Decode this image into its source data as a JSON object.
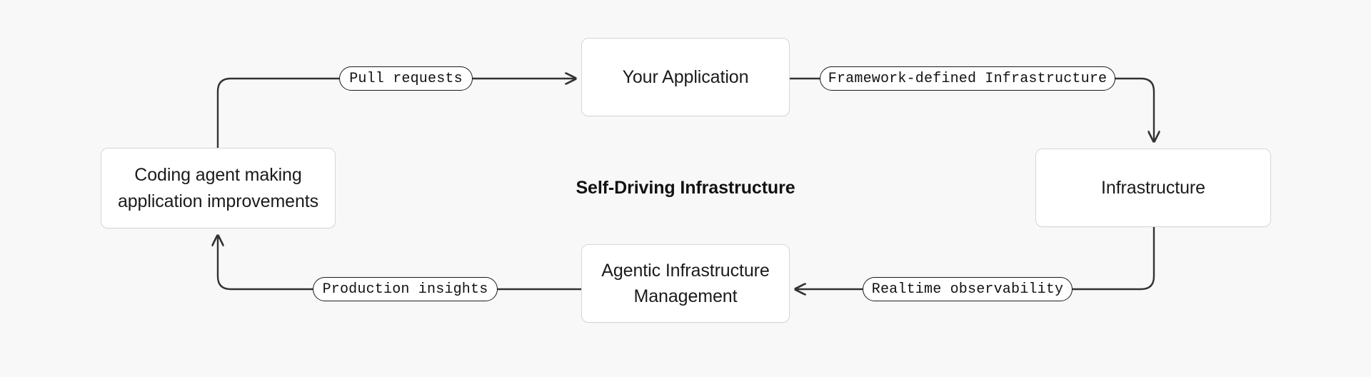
{
  "diagram": {
    "title": "Self-Driving Infrastructure",
    "background_color": "#f8f8f8",
    "node_fill_color": "#ffffff",
    "node_border_color": "#d6d6d6",
    "edge_color": "#333333",
    "label_border_color": "#1b1b1b",
    "type": "cycle-flowchart"
  },
  "nodes": [
    {
      "id": "coding-agent",
      "label": "Coding agent making\napplication improvements"
    },
    {
      "id": "your-application",
      "label": "Your Application"
    },
    {
      "id": "infrastructure",
      "label": "Infrastructure"
    },
    {
      "id": "agentic-infrastructure-management",
      "label": "Agentic Infrastructure\nManagement"
    }
  ],
  "edge_labels": [
    {
      "id": "pull-requests",
      "label": "Pull requests",
      "from": "coding-agent",
      "to": "your-application"
    },
    {
      "id": "framework-defined-infrastructure",
      "label": "Framework-defined Infrastructure",
      "from": "your-application",
      "to": "infrastructure"
    },
    {
      "id": "realtime-observability",
      "label": "Realtime observability",
      "from": "infrastructure",
      "to": "agentic-infrastructure-management"
    },
    {
      "id": "production-insights",
      "label": "Production insights",
      "from": "agentic-infrastructure-management",
      "to": "coding-agent"
    }
  ]
}
